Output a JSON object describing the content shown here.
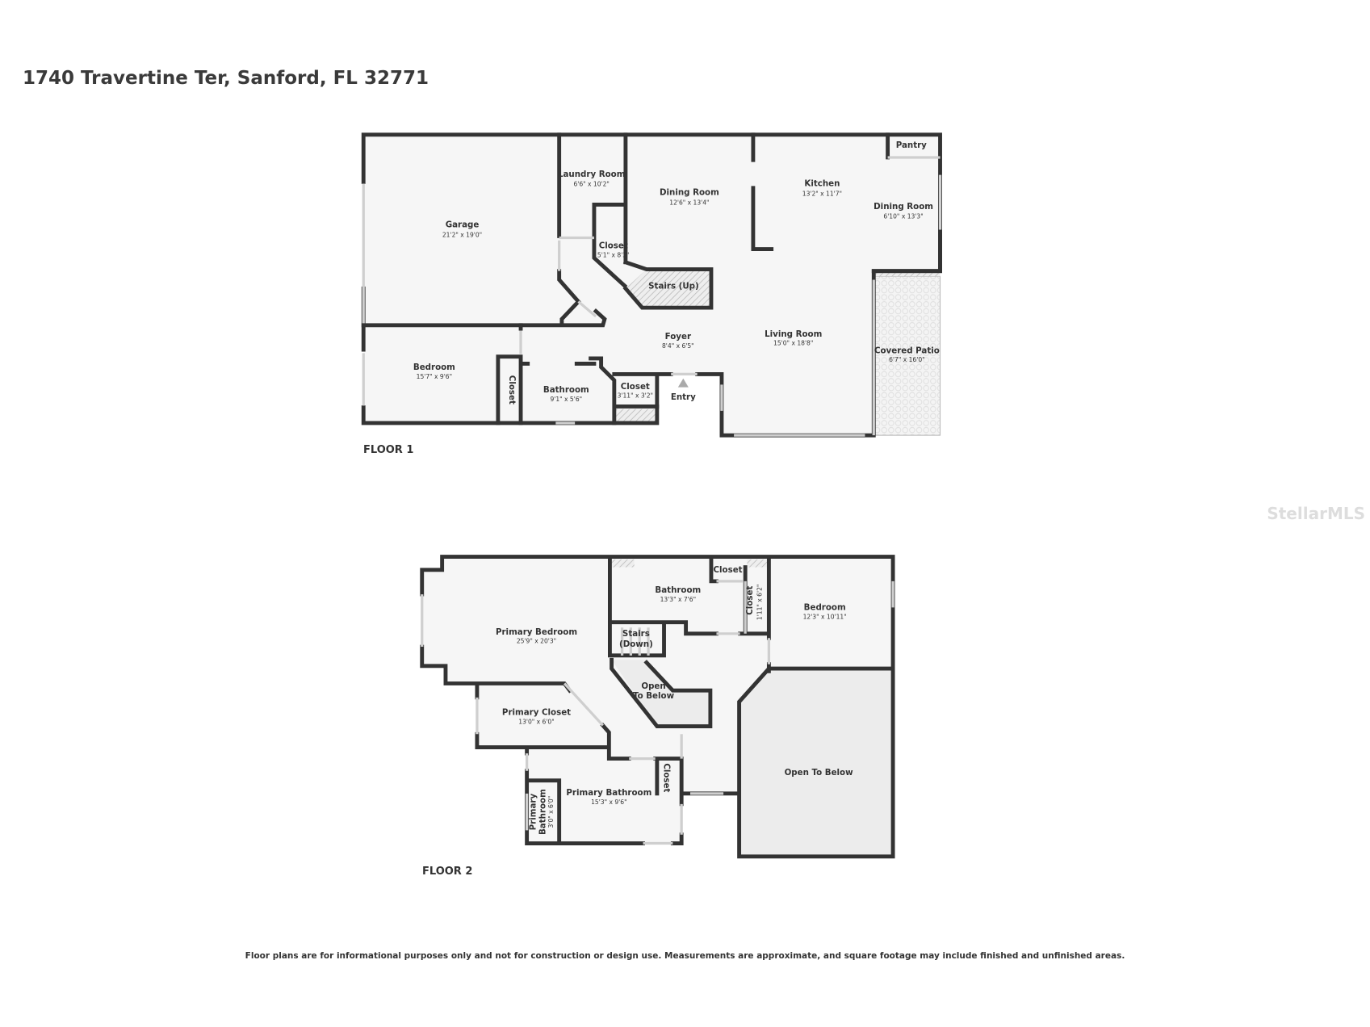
{
  "title": "1740 Travertine Ter, Sanford, FL 32771",
  "floor1": {
    "label": "FLOOR 1",
    "rooms": [
      {
        "name": "Garage",
        "dims": "21'2\" x 19'0\""
      },
      {
        "name": "Laundry Room",
        "dims": "6'6\" x 10'2\""
      },
      {
        "name": "Dining Room",
        "dims": "12'6\" x 13'4\""
      },
      {
        "name": "Kitchen",
        "dims": "13'2\" x 11'7\""
      },
      {
        "name": "Pantry",
        "dims": ""
      },
      {
        "name": "Dining Room",
        "dims": "6'10\" x 13'3\""
      },
      {
        "name": "Closet",
        "dims": "5'1\" x 8'3\""
      },
      {
        "name": "Stairs (Up)",
        "dims": ""
      },
      {
        "name": "Foyer",
        "dims": "8'4\" x 6'5\""
      },
      {
        "name": "Living Room",
        "dims": "15'0\" x 18'8\""
      },
      {
        "name": "Covered Patio",
        "dims": "6'7\" x 16'0\""
      },
      {
        "name": "Bedroom",
        "dims": "15'7\" x 9'6\""
      },
      {
        "name": "Closet",
        "dims": ""
      },
      {
        "name": "Bathroom",
        "dims": "9'1\" x 5'6\""
      },
      {
        "name": "Closet",
        "dims": "3'11\" x 3'2\""
      },
      {
        "name": "Entry",
        "dims": ""
      }
    ]
  },
  "floor2": {
    "label": "FLOOR 2",
    "rooms": [
      {
        "name": "Primary Bedroom",
        "dims": "25'9\" x 20'3\""
      },
      {
        "name": "Bathroom",
        "dims": "13'3\" x 7'6\""
      },
      {
        "name": "Closet",
        "dims": ""
      },
      {
        "name": "Closet",
        "dims": "1'11\" x 6'2\""
      },
      {
        "name": "Bedroom",
        "dims": "12'3\" x 10'11\""
      },
      {
        "name": "Stairs",
        "name2": "(Down)",
        "dims": ""
      },
      {
        "name": "Open",
        "name2": "To Below",
        "dims": ""
      },
      {
        "name": "Primary Closet",
        "dims": "13'0\" x 6'0\""
      },
      {
        "name": "Open To Below",
        "dims": ""
      },
      {
        "name": "Closet",
        "dims": ""
      },
      {
        "name": "Primary Bathroom",
        "dims": "15'3\" x 9'6\""
      },
      {
        "name": "Primary",
        "name2": "Bathroom",
        "dims": "3'0\" x 6'0\""
      }
    ]
  },
  "disclaimer": "Floor plans are for informational purposes only and not for construction or design use. Measurements are approximate, and square footage may include finished and unfinished areas.",
  "watermark": "StellarMLS"
}
